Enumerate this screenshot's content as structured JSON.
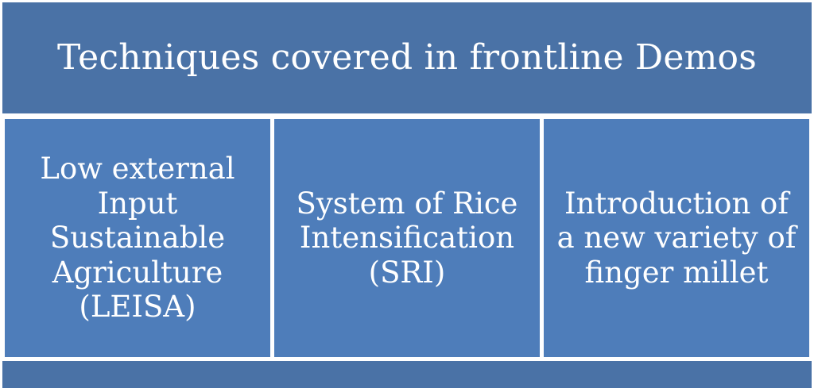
{
  "diagram": {
    "title": "Techniques covered in frontline Demos",
    "techniques": [
      {
        "label": "Low external Input Sustainable Agriculture (LEISA)"
      },
      {
        "label": "System of Rice Intensification (SRI)"
      },
      {
        "label": "Introduction of a new variety of finger millet"
      }
    ]
  },
  "colors": {
    "header": "#4a72a6",
    "box": "#4e7dba",
    "text": "#ffffff",
    "gap": "#ffffff"
  }
}
